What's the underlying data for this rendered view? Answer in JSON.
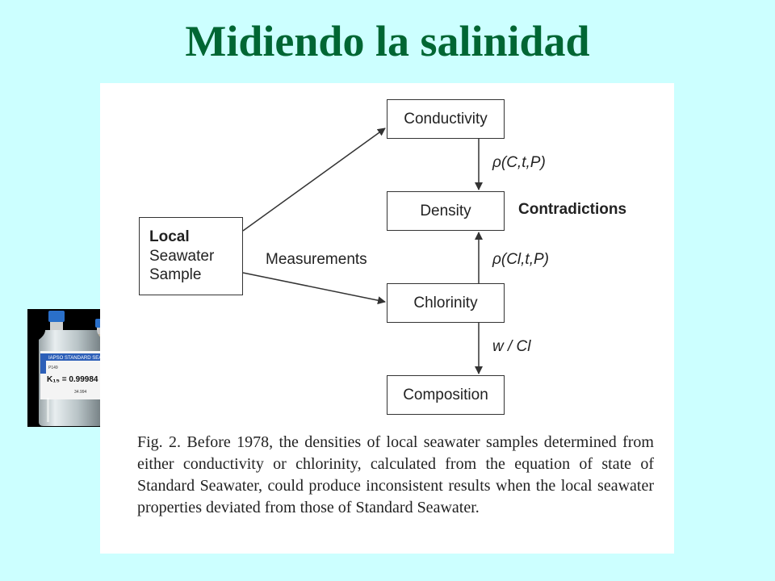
{
  "slide": {
    "title": "Midiendo la salinidad"
  },
  "diagram": {
    "nodes": {
      "local_bold": "Local",
      "local_line2": "Seawater",
      "local_line3": "Sample",
      "conductivity": "Conductivity",
      "density": "Density",
      "chlorinity": "Chlorinity",
      "composition": "Composition"
    },
    "edges": {
      "measurements": "Measurements",
      "rho_c": "ρ(C,t,P)",
      "rho_cl": "ρ(Cl,t,P)",
      "w_cl": "w / Cl"
    },
    "annotation": "Contradictions",
    "caption": "Fig. 2. Before 1978, the densities of local seawater samples determined from either conductivity or chlorinity, calculated from the equation of state of Standard Seawater, could produce inconsistent results when the local seawater properties deviated from those of Standard Seawater."
  },
  "photo": {
    "label_brand": "IAPSO STANDARD SEAWATER",
    "label_k15": "K₁₅ = 0.99984",
    "label_batch": "P149",
    "label_salinity": "34.994",
    "colors": {
      "cap": "#2a6fc9",
      "label": "#f4f4f4",
      "label_stripe": "#2d5fb8"
    }
  }
}
